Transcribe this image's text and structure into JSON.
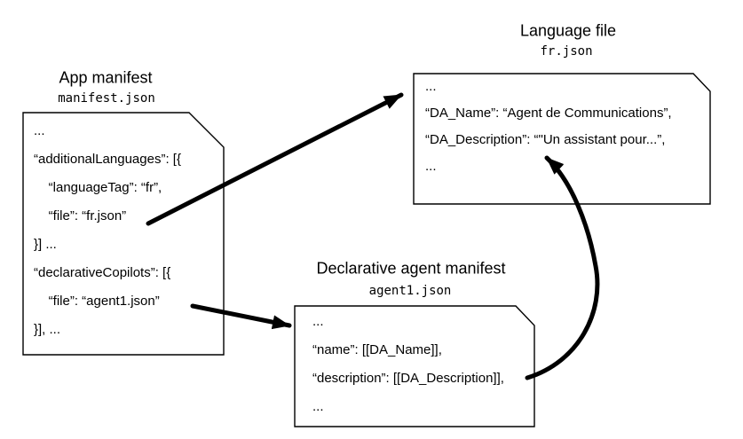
{
  "colors": {
    "background": "#ffffff",
    "foreground": "#000000"
  },
  "boxes": {
    "app_manifest": {
      "title": "App manifest",
      "filename": "manifest.json",
      "lines": [
        "...",
        "“additionalLanguages”: [{",
        "    “languageTag”: “fr”,",
        "    “file”: “fr.json”",
        "}] ...",
        "“declarativeCopilots”: [{",
        "    “file”: “agent1.json”",
        "}], ..."
      ]
    },
    "language_file": {
      "title": "Language file",
      "filename": "fr.json",
      "lines": [
        "...",
        "“DA_Name”: “Agent de Communications”,",
        "“DA_Description”: “\"Un assistant pour...”,",
        "..."
      ]
    },
    "agent_manifest": {
      "title": "Declarative agent manifest",
      "filename": "agent1.json",
      "lines": [
        "...",
        "“name”: [[DA_Name]],",
        "“description”: [[DA_Description]],",
        "..."
      ]
    }
  },
  "arrows": [
    {
      "from": "app_manifest “file”: “fr.json”",
      "to": "language_file box"
    },
    {
      "from": "app_manifest “file”: “agent1.json”",
      "to": "agent_manifest box"
    },
    {
      "from": "agent_manifest “description”",
      "to": "language_file “DA_Description” line"
    }
  ]
}
